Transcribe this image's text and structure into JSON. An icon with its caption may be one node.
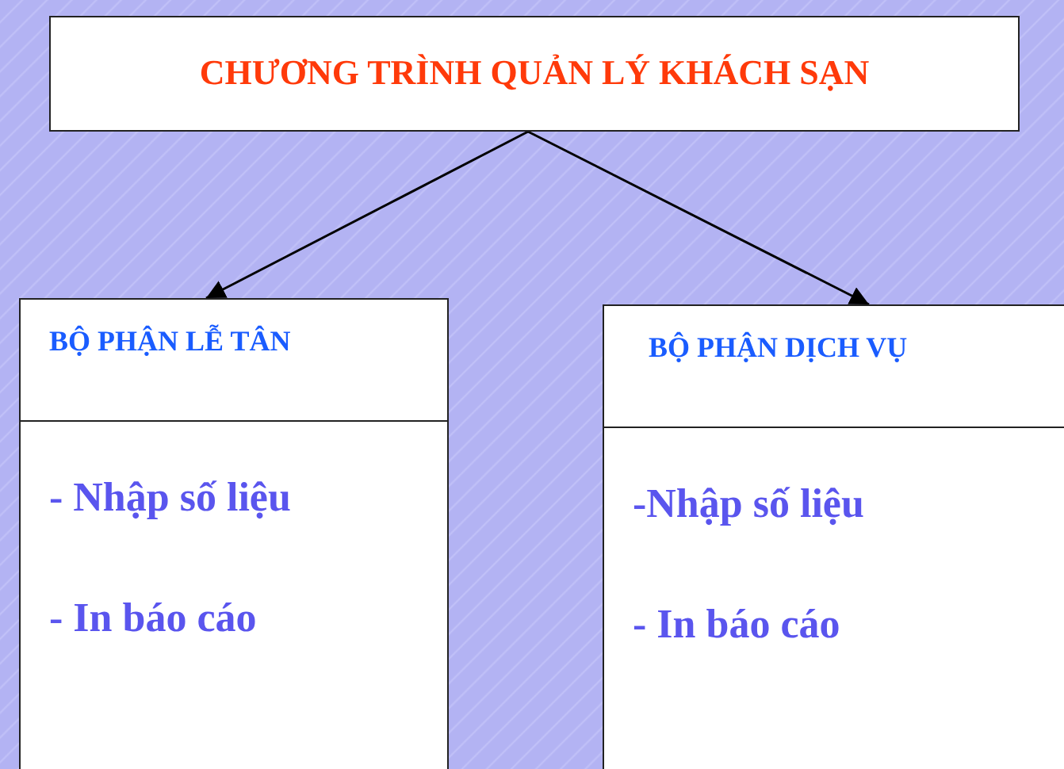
{
  "diagram": {
    "nodes": [
      {
        "text": [
          "CHƯƠNG TRÌNH QUẢN LÝ KHÁCH SẠN"
        ]
      },
      {
        "text": [
          "BỘ PHẬN LỄ TÂN",
          "- Nhập số liệu",
          "- In báo cáo"
        ]
      },
      {
        "text": [
          "BỘ PHẬN DỊCH VỤ",
          "-Nhập số liệu",
          "- In báo cáo"
        ]
      }
    ],
    "edges": [
      {
        "from": 0,
        "to": 1,
        "arrow": "to"
      },
      {
        "from": 0,
        "to": 2,
        "arrow": "to"
      }
    ]
  }
}
